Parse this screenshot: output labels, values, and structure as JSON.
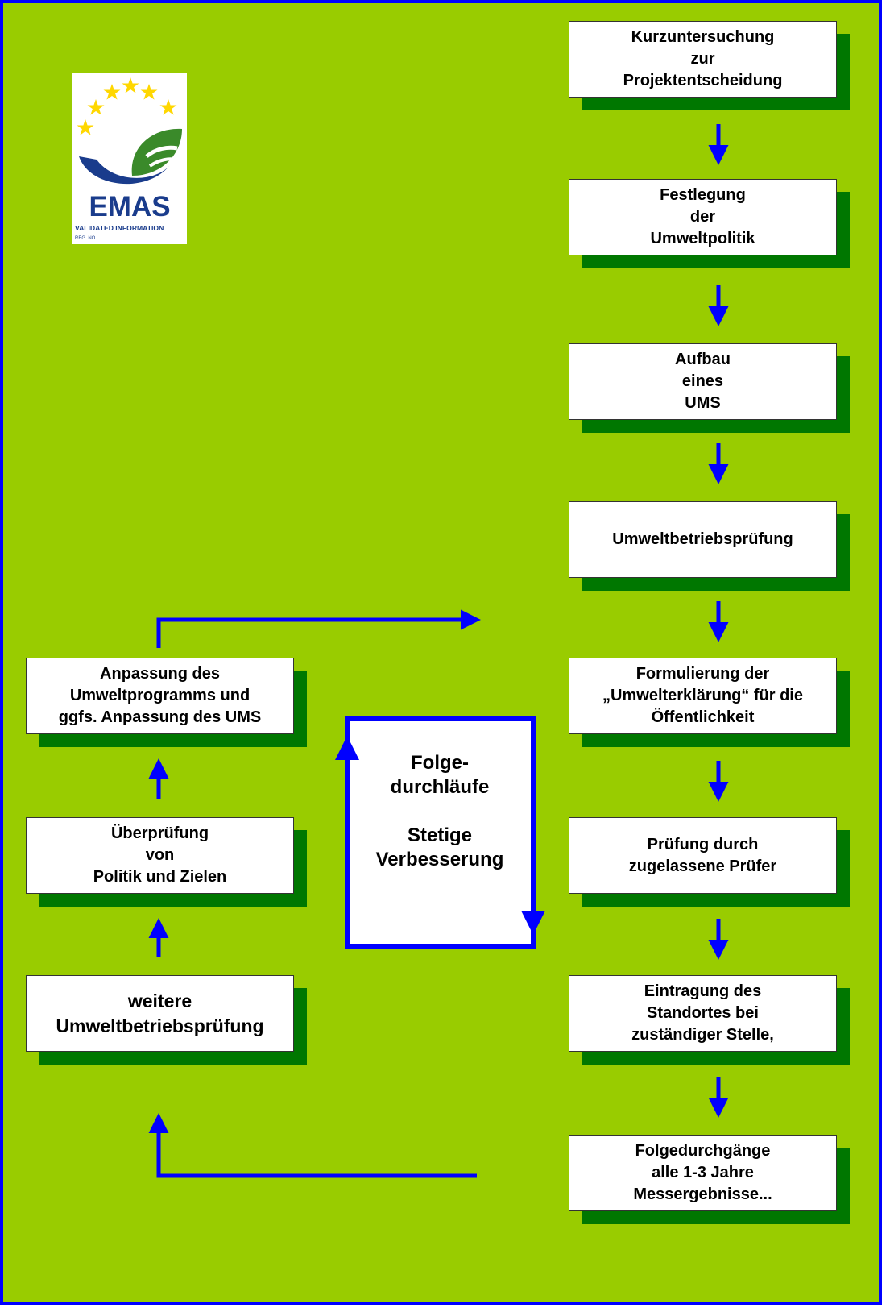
{
  "logo": {
    "wordmark": "EMAS",
    "subtitle_line1": "VALIDATED INFORMATION",
    "subtitle_line2": "REG. NO."
  },
  "process_steps": [
    {
      "label": "Kurzuntersuchung\nzur\nProjektentscheidung"
    },
    {
      "label": "Festlegung\nder\nUmweltpolitik"
    },
    {
      "label": "Aufbau\neines\nUMS"
    },
    {
      "label": "Umweltbetriebsprüfung"
    },
    {
      "label": "Formulierung der\n„Umwelterklärung“ für die\nÖffentlichkeit"
    },
    {
      "label": "Prüfung durch\nzugelassene Prüfer"
    },
    {
      "label": "Eintragung des\nStandortes bei\nzuständiger Stelle,"
    },
    {
      "label": "Folgedurchgänge\nalle 1-3 Jahre\nMessergebnisse..."
    }
  ],
  "review_steps": [
    {
      "label": "Anpassung des\nUmweltprogramms und\nggfs. Anpassung des UMS"
    },
    {
      "label": "Überprüfung\nvon\nPolitik und Zielen"
    },
    {
      "label": "weitere\nUmweltbetriebsprüfung"
    }
  ],
  "cycle_note": "Folge-\ndurchläufe\n\nStetige\nVerbesserung",
  "colors": {
    "background": "#99cc00",
    "frame": "#0000ff",
    "arrow": "#0000ff",
    "box_shadow": "#007700",
    "box_fill": "#ffffff",
    "logo_blue": "#1a3c8c",
    "logo_green": "#3a8a2a",
    "star_yellow": "#ffd700"
  }
}
